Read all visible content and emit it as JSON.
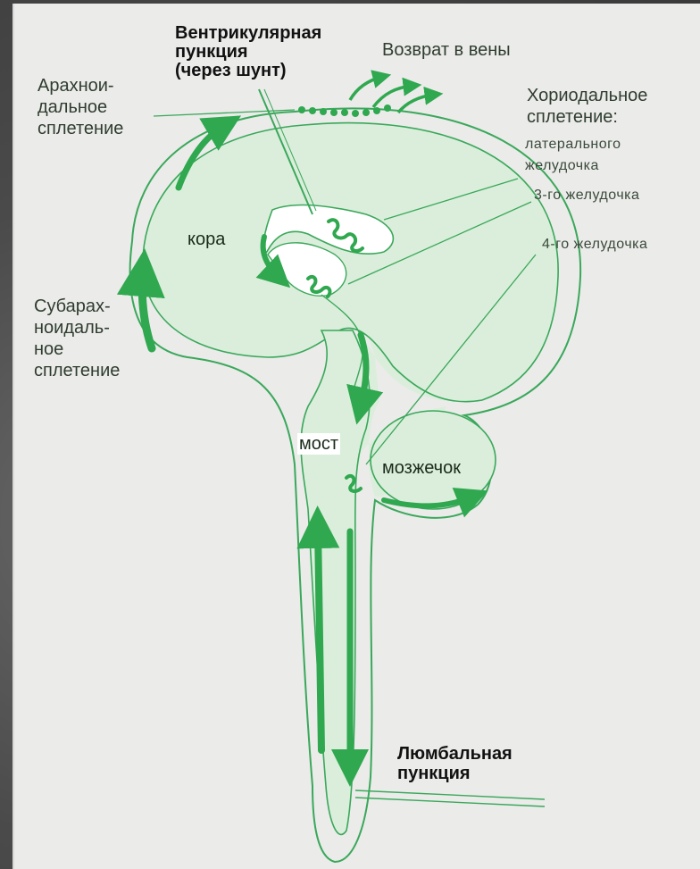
{
  "labels": {
    "ventricular_puncture": "Вентрикулярная\nпункция\n(через шунт)",
    "return_to_veins": "Возврат в вены",
    "arachnoid_plexus": "Арахнои-\nдальное\nсплетение",
    "choroid_plexus": "Хориодальное\nсплетение:",
    "lateral_ventricle": "латерального\nжелудочка",
    "third_ventricle": "3-го желудочка",
    "fourth_ventricle": "4-го желудочка",
    "cortex": "кора",
    "subarachnoid_plexus": "Субарах-\nноидаль-\nное\nсплетение",
    "pons": "мост",
    "cerebellum": "мозжечок",
    "lumbar_puncture": "Люмбальная\nпункция"
  },
  "colors": {
    "accent_green": "#2fa84f",
    "fill_green": "#dbeedb",
    "line_green": "#3aa85a",
    "panel": "#ebebea"
  }
}
